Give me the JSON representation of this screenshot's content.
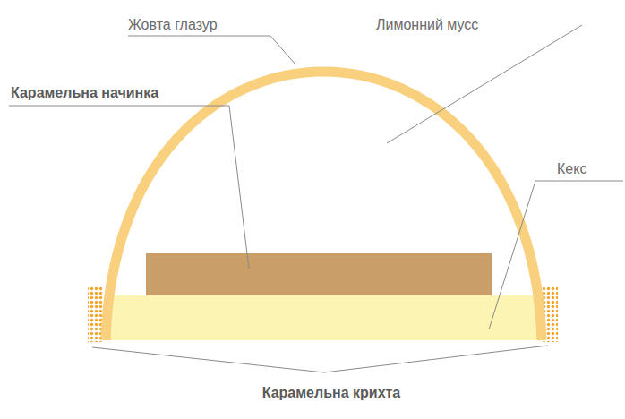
{
  "diagram": {
    "labels": [
      "Жовта глазур",
      "Лимонний мусс",
      "Карамельна начинка",
      "Кекс",
      "Карамельна крихта"
    ]
  }
}
